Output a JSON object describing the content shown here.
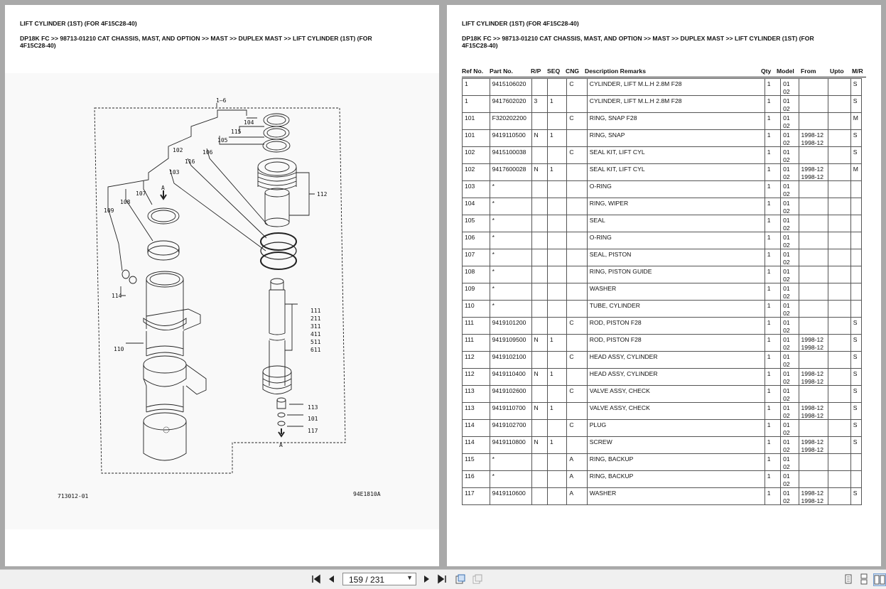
{
  "document": {
    "title": "LIFT CYLINDER (1ST) (FOR 4F15C28-40)",
    "breadcrumb_line1": "DP18K FC >> 98713-01210 CAT CHASSIS, MAST, AND OPTION >> MAST >> DUPLEX MAST >> LIFT CYLINDER (1ST) (FOR",
    "breadcrumb_line2": "4F15C28-40)"
  },
  "diagram": {
    "drawing_number": "713012-01",
    "figure_code": "94E1810A",
    "callouts": {
      "c16": "1—6",
      "c104": "104",
      "c115": "115",
      "c105": "105",
      "c102": "102",
      "c106": "106",
      "c116": "116",
      "c103": "103",
      "c112": "112",
      "c107": "107",
      "c108": "108",
      "c109": "109",
      "cA1": "A",
      "cA2": "A",
      "c114": "114",
      "c110": "110",
      "c111": "111",
      "c211": "211",
      "c311": "311",
      "c411": "411",
      "c511": "511",
      "c611": "611",
      "c113": "113",
      "c101": "101",
      "c117": "117"
    }
  },
  "parts_table": {
    "headers": [
      "Ref No.",
      "Part No.",
      "R/P",
      "SEQ",
      "CNG",
      "Description Remarks",
      "Qty",
      "Model",
      "From",
      "Upto",
      "M/R"
    ],
    "rows": [
      [
        "1",
        "9415106020",
        "",
        "",
        "C",
        "CYLINDER, LIFT M.L.H 2.8M F28",
        "1",
        "01\n02",
        "",
        "",
        "S"
      ],
      [
        "1",
        "9417602020",
        "3",
        "1",
        "",
        "CYLINDER, LIFT M.L.H 2.8M F28",
        "1",
        "01\n02",
        "",
        "",
        "S"
      ],
      [
        "101",
        "F320202200",
        "",
        "",
        "C",
        "RING, SNAP F28",
        "1",
        "01\n02",
        "",
        "",
        "M"
      ],
      [
        "101",
        "9419110500",
        "N",
        "1",
        "",
        "RING, SNAP",
        "1",
        "01\n02",
        "1998-12\n1998-12",
        "",
        "S"
      ],
      [
        "102",
        "9415100038",
        "",
        "",
        "C",
        "SEAL KIT, LIFT CYL",
        "1",
        "01\n02",
        "",
        "",
        "S"
      ],
      [
        "102",
        "9417600028",
        "N",
        "1",
        "",
        "SEAL KIT, LIFT CYL",
        "1",
        "01\n02",
        "1998-12\n1998-12",
        "",
        "M"
      ],
      [
        "103",
        "*",
        "",
        "",
        "",
        "O-RING",
        "1",
        "01\n02",
        "",
        "",
        ""
      ],
      [
        "104",
        "*",
        "",
        "",
        "",
        "RING, WIPER",
        "1",
        "01\n02",
        "",
        "",
        ""
      ],
      [
        "105",
        "*",
        "",
        "",
        "",
        "SEAL",
        "1",
        "01\n02",
        "",
        "",
        ""
      ],
      [
        "106",
        "*",
        "",
        "",
        "",
        "O-RING",
        "1",
        "01\n02",
        "",
        "",
        ""
      ],
      [
        "107",
        "*",
        "",
        "",
        "",
        "SEAL, PISTON",
        "1",
        "01\n02",
        "",
        "",
        ""
      ],
      [
        "108",
        "*",
        "",
        "",
        "",
        "RING, PISTON GUIDE",
        "1",
        "01\n02",
        "",
        "",
        ""
      ],
      [
        "109",
        "*",
        "",
        "",
        "",
        "WASHER",
        "1",
        "01\n02",
        "",
        "",
        ""
      ],
      [
        "110",
        "*",
        "",
        "",
        "",
        "TUBE, CYLINDER",
        "1",
        "01\n02",
        "",
        "",
        ""
      ],
      [
        "111",
        "9419101200",
        "",
        "",
        "C",
        "ROD, PISTON F28",
        "1",
        "01\n02",
        "",
        "",
        "S"
      ],
      [
        "111",
        "9419109500",
        "N",
        "1",
        "",
        "ROD, PISTON F28",
        "1",
        "01\n02",
        "1998-12\n1998-12",
        "",
        "S"
      ],
      [
        "112",
        "9419102100",
        "",
        "",
        "C",
        "HEAD ASSY, CYLINDER",
        "1",
        "01\n02",
        "",
        "",
        "S"
      ],
      [
        "112",
        "9419110400",
        "N",
        "1",
        "",
        "HEAD ASSY, CYLINDER",
        "1",
        "01\n02",
        "1998-12\n1998-12",
        "",
        "S"
      ],
      [
        "113",
        "9419102600",
        "",
        "",
        "C",
        "VALVE ASSY, CHECK",
        "1",
        "01\n02",
        "",
        "",
        "S"
      ],
      [
        "113",
        "9419110700",
        "N",
        "1",
        "",
        "VALVE ASSY, CHECK",
        "1",
        "01\n02",
        "1998-12\n1998-12",
        "",
        "S"
      ],
      [
        "114",
        "9419102700",
        "",
        "",
        "C",
        "PLUG",
        "1",
        "01\n02",
        "",
        "",
        "S"
      ],
      [
        "114",
        "9419110800",
        "N",
        "1",
        "",
        "SCREW",
        "1",
        "01\n02",
        "1998-12\n1998-12",
        "",
        "S"
      ],
      [
        "115",
        "*",
        "",
        "",
        "A",
        "RING, BACKUP",
        "1",
        "01\n02",
        "",
        "",
        ""
      ],
      [
        "116",
        "*",
        "",
        "",
        "A",
        "RING, BACKUP",
        "1",
        "01\n02",
        "",
        "",
        ""
      ],
      [
        "117",
        "9419110600",
        "",
        "",
        "A",
        "WASHER",
        "1",
        "01\n02",
        "1998-12\n1998-12",
        "",
        "S"
      ]
    ]
  },
  "toolbar": {
    "page_indicator": "159 / 231",
    "icons": [
      "first-page-icon",
      "prev-page-icon",
      "next-page-icon",
      "last-page-icon",
      "fit-page-icon",
      "fit-width-icon",
      "single-page-icon",
      "continuous-icon",
      "two-page-icon"
    ]
  }
}
